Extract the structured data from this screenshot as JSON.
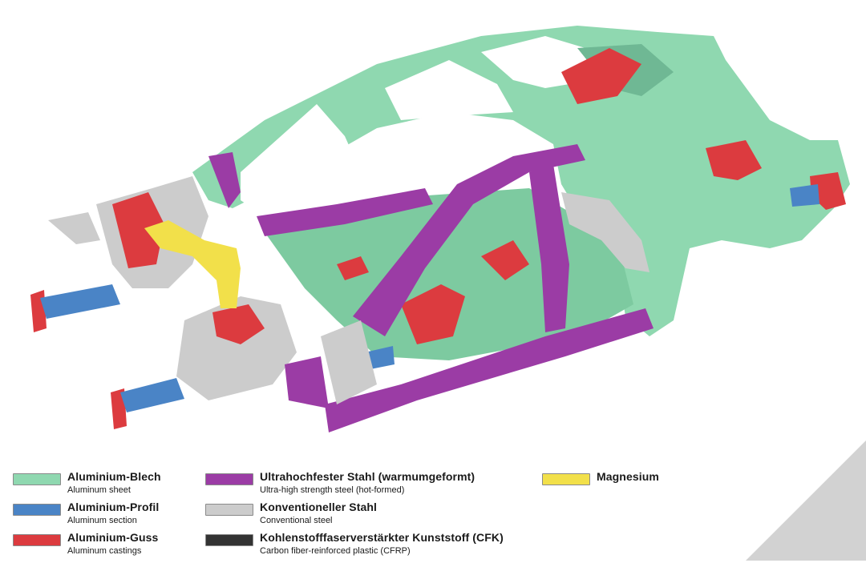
{
  "colors": {
    "aluminium_sheet": "#8fd8b0",
    "aluminium_section": "#4a84c6",
    "aluminium_casting": "#dc3b3f",
    "uhss_hot_formed": "#9b3ca5",
    "conventional_steel": "#cccccc",
    "cfrp": "#333333",
    "magnesium": "#f2e04a",
    "corner": "#d2d2d2"
  },
  "legend": [
    {
      "key": "aluminium_sheet",
      "de": "Aluminium-Blech",
      "en": "Aluminum sheet",
      "color": "#8fd8b0"
    },
    {
      "key": "aluminium_section",
      "de": "Aluminium-Profil",
      "en": "Aluminum section",
      "color": "#4a84c6"
    },
    {
      "key": "aluminium_casting",
      "de": "Aluminium-Guss",
      "en": "Aluminum castings",
      "color": "#dc3b3f"
    },
    {
      "key": "uhss_hot_formed",
      "de": "Ultrahochfester Stahl (warmumgeformt)",
      "en": "Ultra-high strength steel (hot-formed)",
      "color": "#9b3ca5"
    },
    {
      "key": "conventional_steel",
      "de": "Konventioneller Stahl",
      "en": "Conventional steel",
      "color": "#cccccc"
    },
    {
      "key": "cfrp",
      "de": "Kohlenstofffaserverstärkter Kunststoff (CFK)",
      "en": "Carbon fiber-reinforced plastic (CFRP)",
      "color": "#333333"
    },
    {
      "key": "magnesium",
      "de": "Magnesium",
      "en": "",
      "color": "#f2e04a"
    }
  ]
}
